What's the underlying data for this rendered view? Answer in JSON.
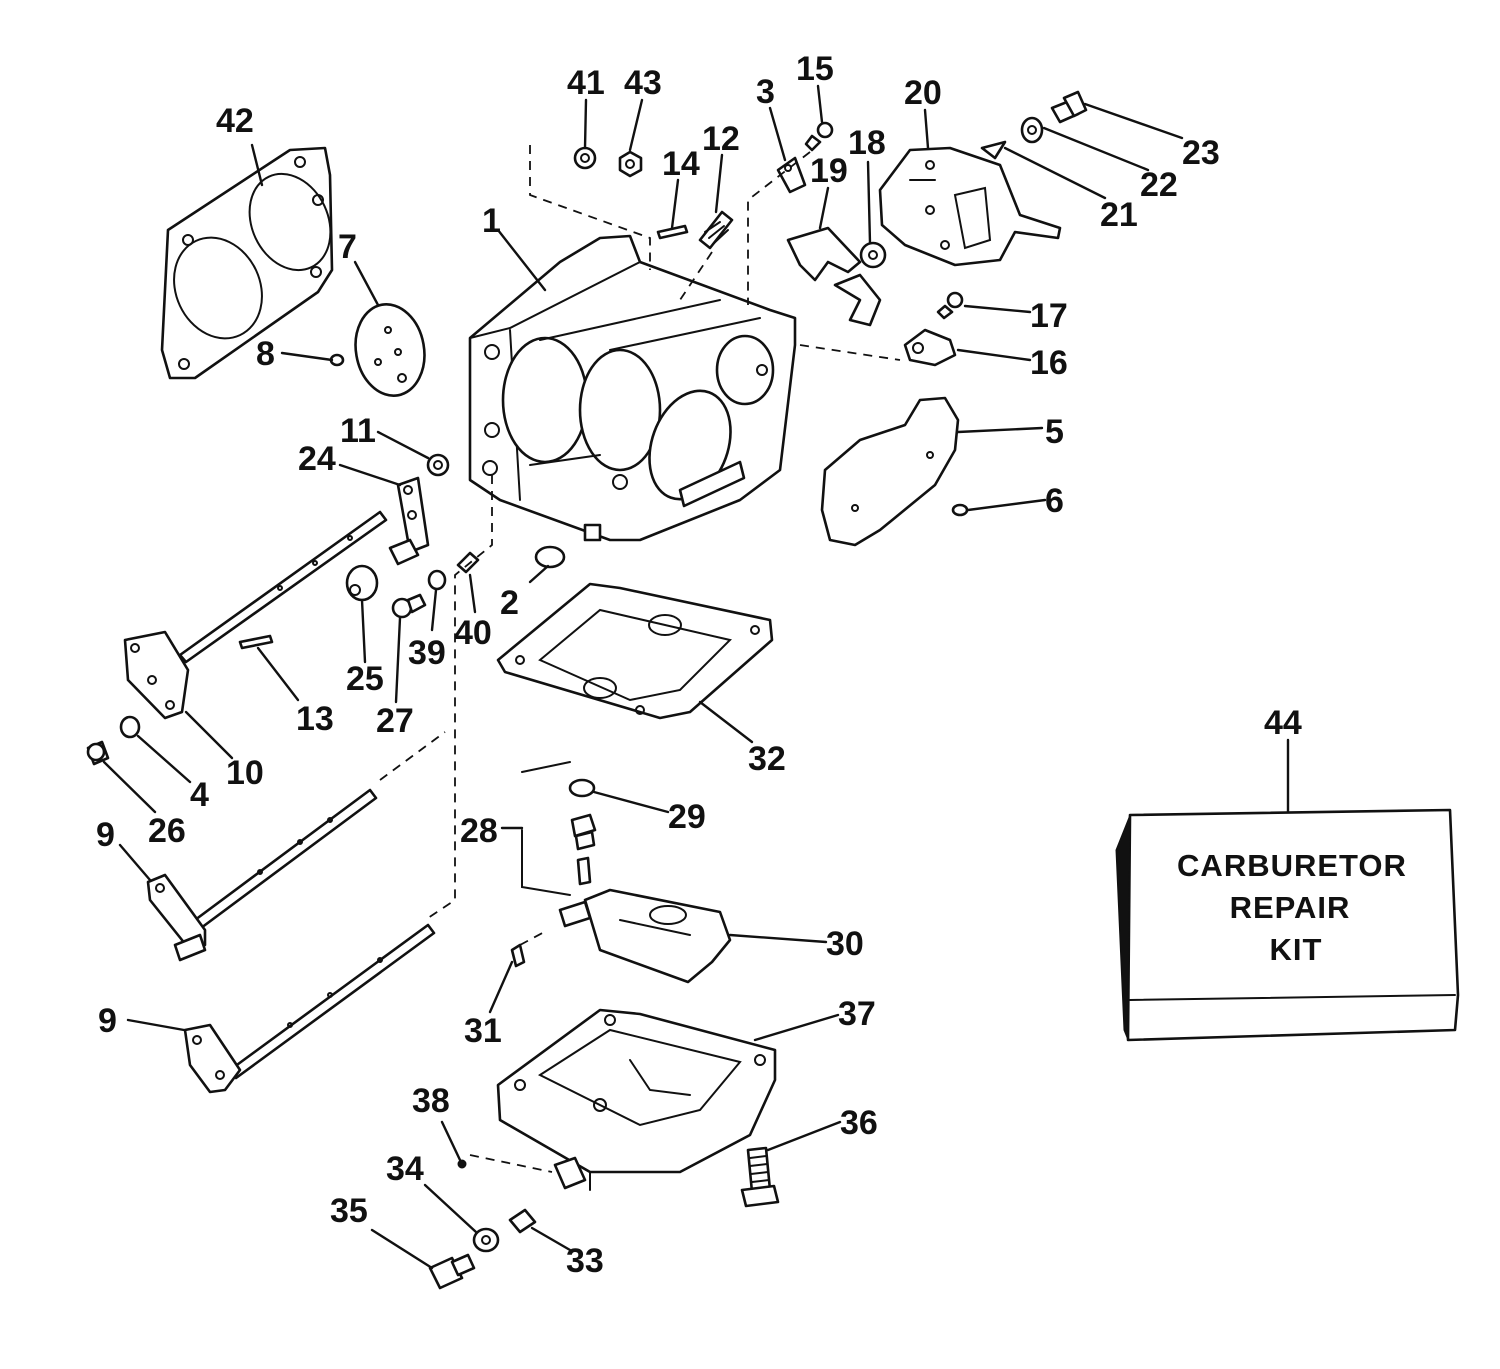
{
  "callouts": {
    "c1": "1",
    "c2": "2",
    "c3": "3",
    "c4": "4",
    "c5": "5",
    "c6": "6",
    "c7": "7",
    "c8": "8",
    "c9a": "9",
    "c9b": "9",
    "c10": "10",
    "c11": "11",
    "c12": "12",
    "c13": "13",
    "c14": "14",
    "c15": "15",
    "c16": "16",
    "c17": "17",
    "c18": "18",
    "c19": "19",
    "c20": "20",
    "c21": "21",
    "c22": "22",
    "c23": "23",
    "c24": "24",
    "c25": "25",
    "c26": "26",
    "c27": "27",
    "c28": "28",
    "c29": "29",
    "c30": "30",
    "c31": "31",
    "c32": "32",
    "c33": "33",
    "c34": "34",
    "c35": "35",
    "c36": "36",
    "c37": "37",
    "c38": "38",
    "c39": "39",
    "c40": "40",
    "c41": "41",
    "c42": "42",
    "c43": "43",
    "c44": "44"
  },
  "repair_kit": {
    "line1": "CARBURETOR",
    "line2": "REPAIR",
    "line3": "KIT"
  },
  "colors": {
    "ink": "#111111",
    "paper": "#ffffff"
  }
}
